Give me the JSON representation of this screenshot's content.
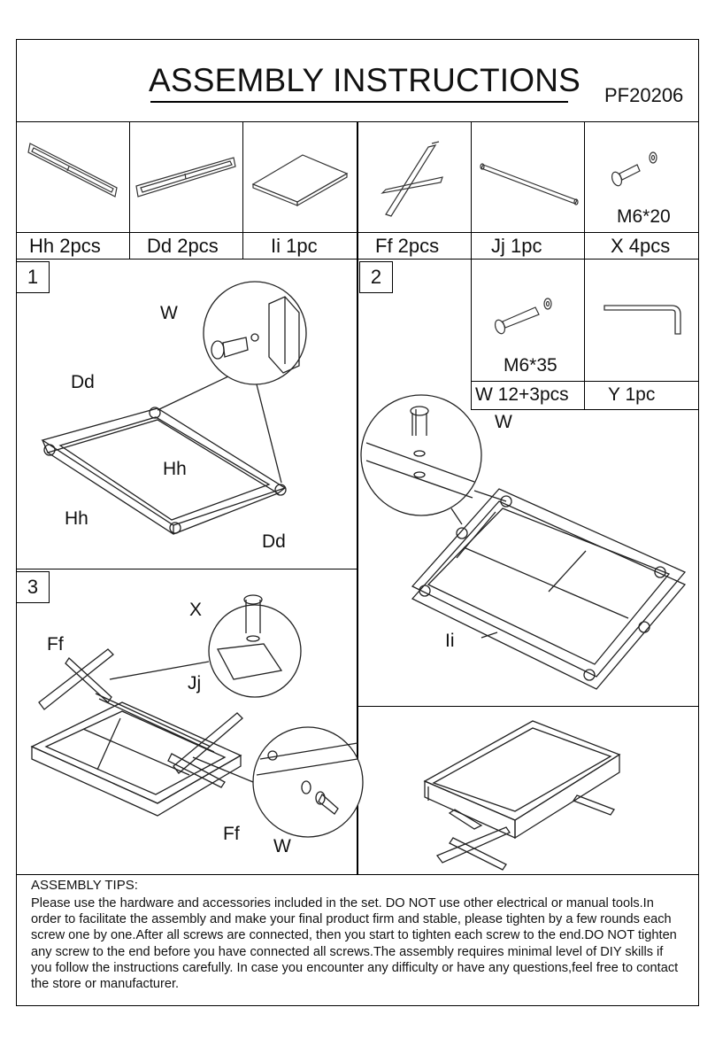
{
  "header": {
    "title": "ASSEMBLY INSTRUCTIONS",
    "model_code": "PF20206"
  },
  "parts": [
    {
      "label": "Hh  2pcs"
    },
    {
      "label": "Dd  2pcs"
    },
    {
      "label": "Ii  1pc"
    },
    {
      "label": "Ff  2pcs"
    },
    {
      "label": "Jj   1pc"
    },
    {
      "label": "X  4pcs",
      "size": "M6*20"
    }
  ],
  "step1": {
    "number": "1",
    "labels": {
      "w": "W",
      "dd_top": "Dd",
      "hh_inner": "Hh",
      "hh_left": "Hh",
      "dd_bottom": "Dd"
    }
  },
  "step2": {
    "number": "2",
    "hardware": [
      {
        "label": "W  12+3pcs",
        "size": "M6*35"
      },
      {
        "label": "Y  1pc"
      }
    ],
    "labels": {
      "w": "W",
      "ii": "Ii"
    }
  },
  "step3": {
    "number": "3",
    "labels": {
      "x": "X",
      "ff_top": "Ff",
      "jj": "Jj",
      "ff_bottom": "Ff",
      "w": "W"
    }
  },
  "tips": {
    "title": "ASSEMBLY TIPS:",
    "text": "Please use the hardware and accessories included in the set. DO NOT use other electrical or manual tools.In order to facilitate the assembly and make your final product firm and stable, please tighten by a few rounds each screw one by one.After all screws are connected, then you start to tighten each screw to the end.DO NOT tighten any screw to the end before you have connected all screws.The assembly requires minimal level of DIY skills if you follow the instructions carefully. In case you encounter any difficulty or have any questions,feel free to contact the store or manufacturer."
  }
}
